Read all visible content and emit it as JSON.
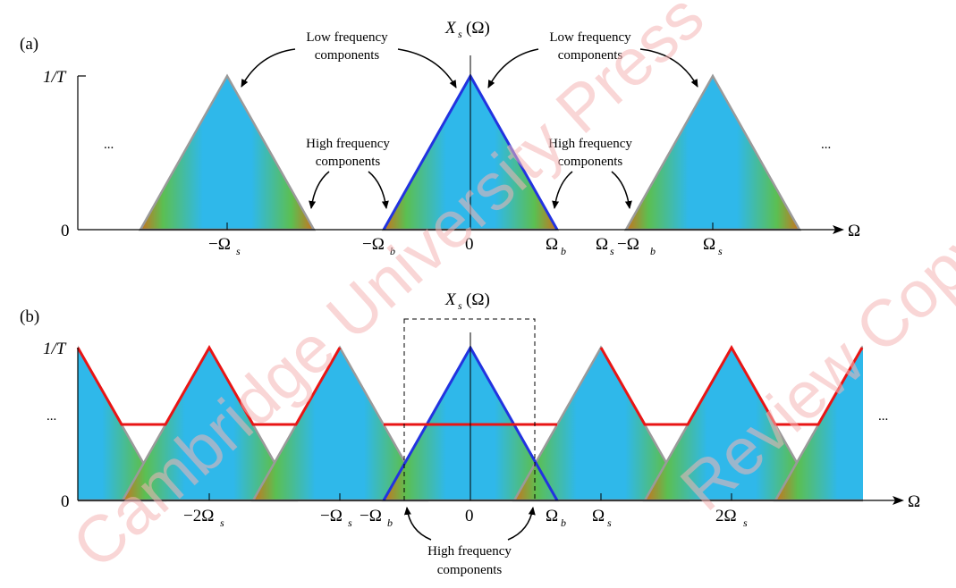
{
  "colors": {
    "spectrum_outline": "#9a9a9a",
    "baseband": "#2233e0",
    "aliased_sum": "#e81515",
    "center": "#2fb8ea",
    "mid": "#5bbf52",
    "edge": "#c9731e",
    "watermark": "#f5b5b5"
  },
  "watermark": {
    "part1": "Cambridge University Press - Review Copy",
    "part2": "Review Copy"
  },
  "panel_a": {
    "label": "(a)",
    "title_main": "X",
    "title_sub": "s",
    "title_arg": "(Ω)",
    "y_top": "1/T",
    "y_zero": "0",
    "x_axis": "Ω",
    "ellipsis_left": "...",
    "ellipsis_right": "...",
    "ticks": {
      "neg_os": "−Ω",
      "neg_os_sub": "s",
      "neg_ob": "−Ω",
      "neg_ob_sub": "b",
      "zero": "0",
      "ob": "Ω",
      "ob_sub": "b",
      "os_minus_ob": "Ω",
      "os_minus_ob_sub1": "s",
      "os_minus_ob_mid": "−Ω",
      "os_minus_ob_sub2": "b",
      "os": "Ω",
      "os_sub": "s"
    },
    "annotations": {
      "low_left_1": "Low frequency",
      "low_left_2": "components",
      "low_right_1": "Low frequency",
      "low_right_2": "components",
      "high_left_1": "High frequency",
      "high_left_2": "components",
      "high_right_1": "High frequency",
      "high_right_2": "components"
    }
  },
  "panel_b": {
    "label": "(b)",
    "title_main": "X",
    "title_sub": "s",
    "title_arg": "(Ω)",
    "y_top": "1/T",
    "y_zero": "0",
    "x_axis": "Ω",
    "ellipsis_left": "...",
    "ellipsis_right": "...",
    "ticks": {
      "neg_2os": "−2Ω",
      "neg_2os_sub": "s",
      "neg_os": "−Ω",
      "neg_os_sub": "s",
      "neg_ob": "−Ω",
      "neg_ob_sub": "b",
      "zero": "0",
      "ob": "Ω",
      "ob_sub": "b",
      "os": "Ω",
      "os_sub": "s",
      "two_os": "2Ω",
      "two_os_sub": "s"
    },
    "annotations": {
      "high_1": "High frequency",
      "high_2": "components"
    }
  }
}
